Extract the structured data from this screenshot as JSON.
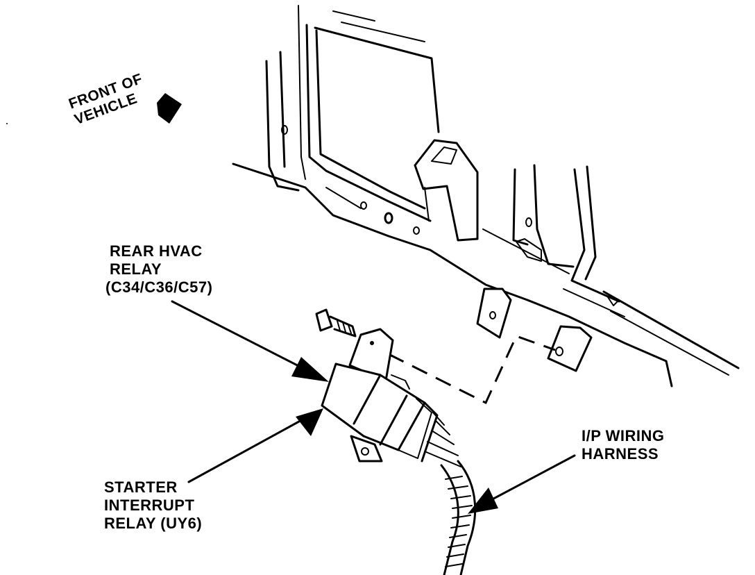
{
  "labels": {
    "front_line1": "FRONT OF",
    "front_line2": "VEHICLE",
    "rear_hvac_line1": "REAR HVAC",
    "rear_hvac_line2": "RELAY",
    "rear_hvac_line3": "(C34/C36/C57)",
    "starter_line1": "STARTER",
    "starter_line2": "INTERRUPT",
    "starter_line3": "RELAY (UY6)",
    "ip_line1": "I/P WIRING",
    "ip_line2": "HARNESS"
  },
  "icons": {
    "front_arrow": "pentagon-arrow-icon"
  }
}
